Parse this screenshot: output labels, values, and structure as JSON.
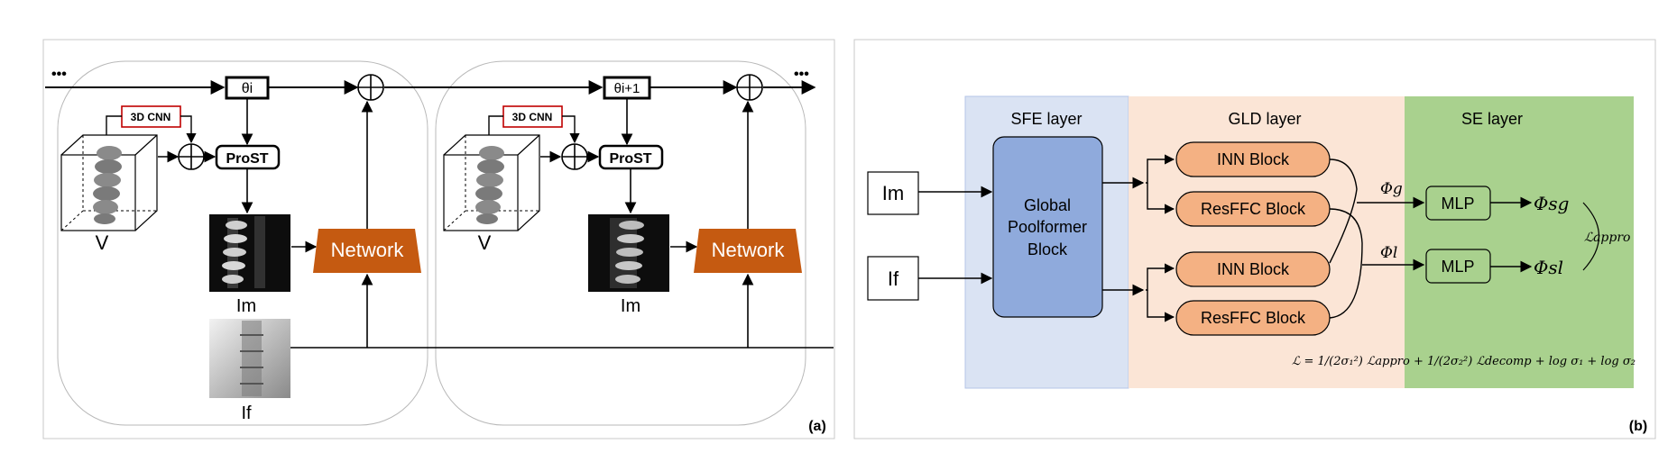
{
  "panel_a": {
    "dots": "•••",
    "theta_i": "θi",
    "theta_i1": "θi+1",
    "cnn_label": "3D CNN",
    "prost_label": "ProST",
    "network_label": "Network",
    "volume_label": "V",
    "moving_label": "Im",
    "fixed_label": "If",
    "panel_tag": "(a)"
  },
  "panel_b": {
    "input_moving": "Im",
    "input_fixed": "If",
    "sfe_title": "SFE layer",
    "gld_title": "GLD layer",
    "se_title": "SE layer",
    "poolformer_line1": "Global",
    "poolformer_line2": "Poolformer",
    "poolformer_line3": "Block",
    "inn_block": "INN Block",
    "resffc_block": "ResFFC Block",
    "phi_g": "Φg",
    "phi_l": "Φl",
    "mlp": "MLP",
    "phi_s_g": "Φsg",
    "phi_s_l": "Φsl",
    "loss_appro": "ℒappro",
    "loss_formula": "ℒ = 1/(2σ₁²) ℒappro + 1/(2σ₂²) ℒdecomp + log σ₁ + log σ₂",
    "panel_tag": "(b)"
  },
  "colors": {
    "sfe_bg": "#dae3f3",
    "gld_bg": "#fbe5d6",
    "se_bg": "#a9d18e",
    "poolformer_fill": "#8faadc",
    "block_fill": "#f4b183",
    "network_fill": "#c55a11",
    "mlp_fill": "#a9d18e",
    "cnn_border": "#c00000"
  }
}
